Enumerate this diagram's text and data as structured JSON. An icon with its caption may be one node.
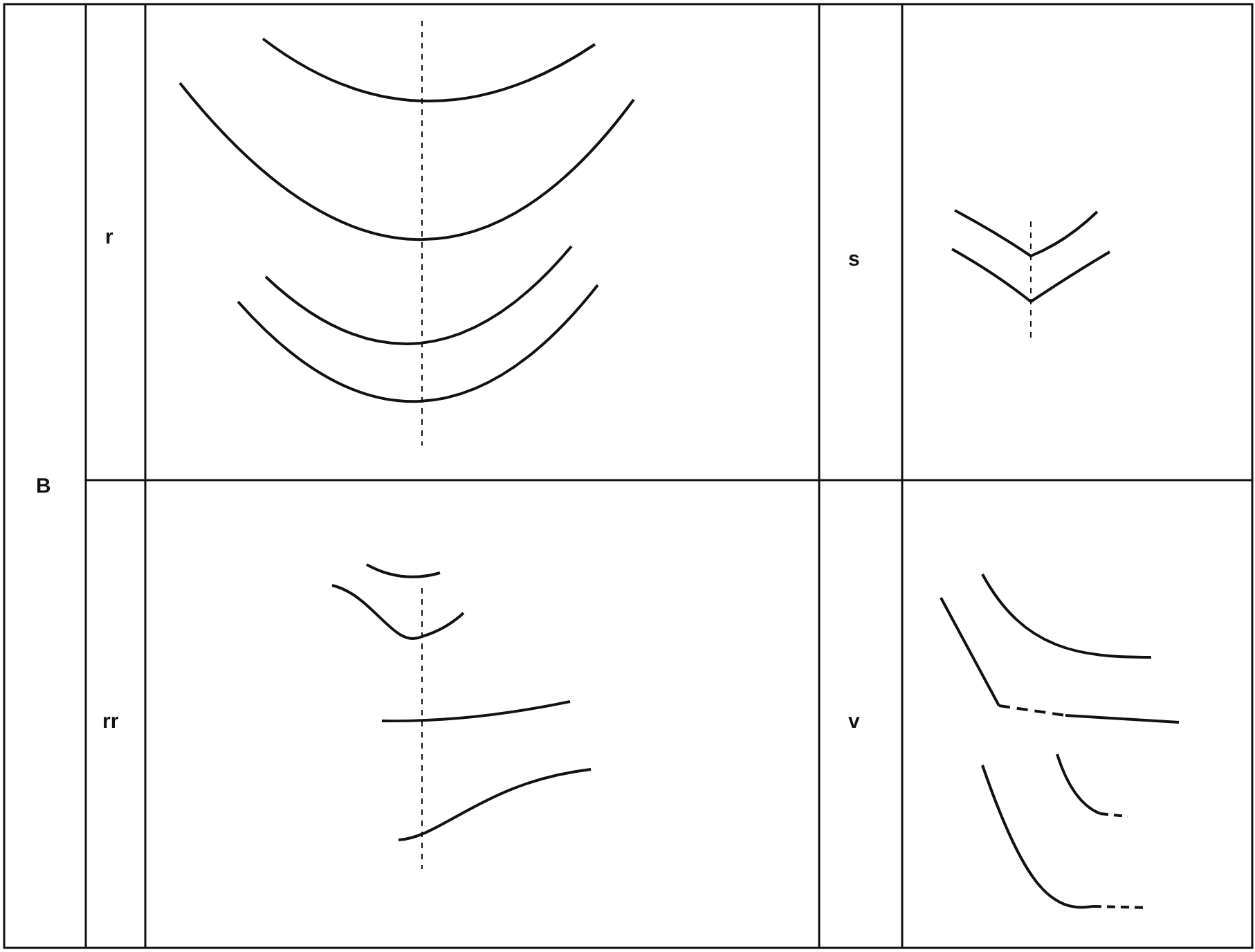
{
  "diagram": {
    "labels": [
      "B",
      "r",
      "s",
      "rr",
      "v"
    ]
  }
}
